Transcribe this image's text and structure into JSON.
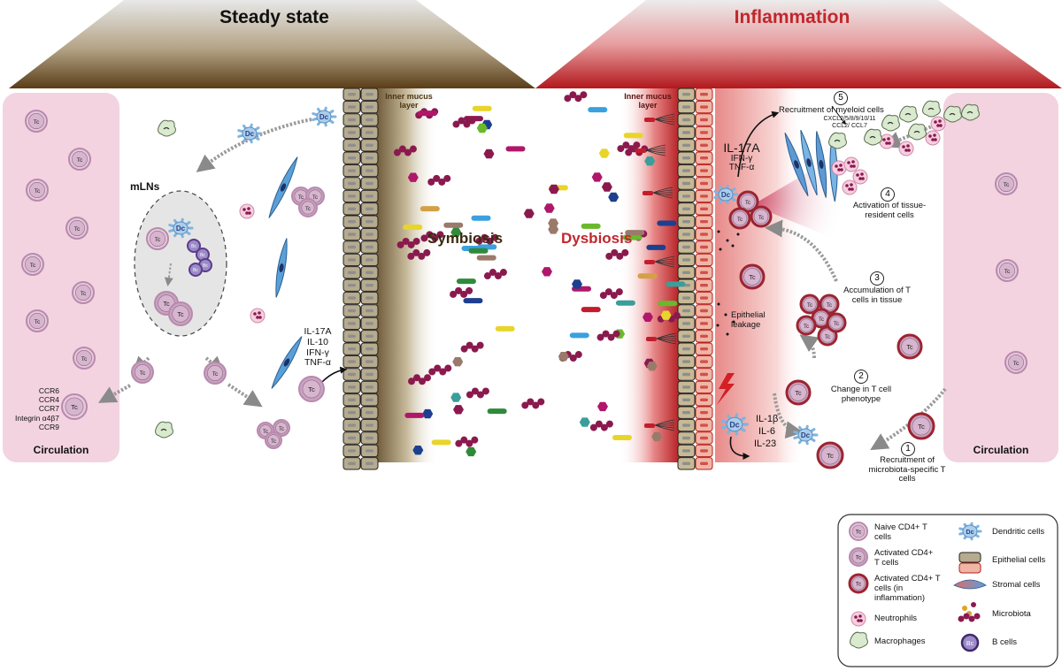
{
  "headers": {
    "steady": "Steady state",
    "inflammation": "Inflammation",
    "inflammation_color": "#c0272d"
  },
  "circulation": "Circulation",
  "mlns": "mLNs",
  "mucus_left": "Inner mucus layer",
  "mucus_right": "Inner mucus layer",
  "symbiosis": "Symbiosis",
  "dysbiosis": "Dysbiosis",
  "steady_cytokines": [
    "IL-17A",
    "IL-10",
    "IFN-γ",
    "TNF-α"
  ],
  "homing_receptors": [
    "CCR6",
    "CCR4",
    "CCR7",
    "Integrin α4β7",
    "CCR9"
  ],
  "epithelial_leakage": "Epithelial leakage",
  "inflam_cytokines_top": [
    "IL-17A",
    "IFN-γ",
    "TNF-α"
  ],
  "dc_cytokines": [
    "IL-1β",
    "IL-6",
    "IL-23"
  ],
  "tc": "Tc",
  "dc": "Dc",
  "bc": "Bc",
  "steps": [
    {
      "num": "1",
      "text": "Recruitment of microbiota-specific T cells"
    },
    {
      "num": "2",
      "text": "Change in T cell phenotype"
    },
    {
      "num": "3",
      "text": "Accumulation of T cells in tissue"
    },
    {
      "num": "4",
      "text": "Activation of tissue-resident cells"
    },
    {
      "num": "5",
      "text": "Recruitment of myeloid cells"
    }
  ],
  "chemokines": [
    "CXCL2/5/8/9/10/11",
    "CCL2/ CCL7"
  ],
  "legend": {
    "naive": "Naive CD4+ T cells",
    "activated": "Activated CD4+ T cells",
    "activated_inflam": "Activated CD4+ T cells (in inflammation)",
    "neutrophils": "Neutrophils",
    "macrophages": "Macrophages",
    "dendritic": "Dendritic cells",
    "epithelial": "Epithelial cells",
    "stromal": "Stromal cells",
    "microbiota": "Microbiota",
    "bcells": "B cells"
  },
  "colors": {
    "circulation_bg": "#f3d3e0",
    "tc_fill": "#c9a3c0",
    "tc_ring": "#b88aad",
    "tc_inflam_ring": "#9c2431",
    "dc_fill": "#a9cdec",
    "epithelial": "#b6ab8e",
    "stromal": "#5aa0d8",
    "microbiota": "#8a1a4e"
  }
}
